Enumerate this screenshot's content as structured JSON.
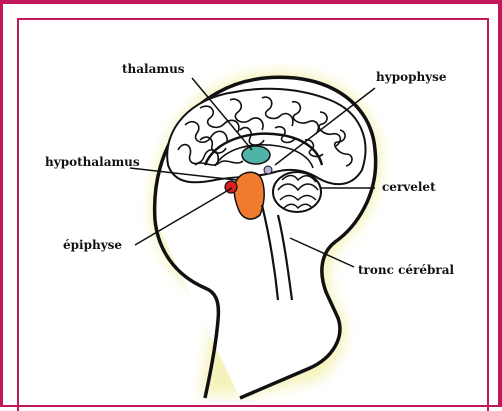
{
  "labels": {
    "thalamus": "thalamus",
    "hypophyse": "hypophyse",
    "hypothalamus": "hypothalamus",
    "cervelet": "cervelet",
    "epiphyse": "épiphyse",
    "tronc": "tronc cérébral"
  },
  "colors": {
    "frame": "#c2185b",
    "thalamus": "#4fb3a5",
    "hypothalamus": "#f07a2e",
    "epiphyse": "#d6211f",
    "glow": "#f4f2b5"
  }
}
